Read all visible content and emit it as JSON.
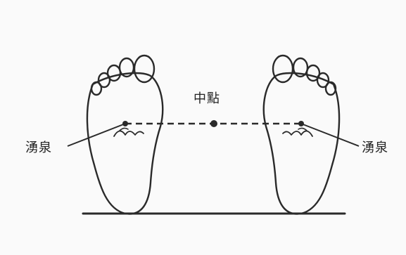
{
  "labels": {
    "left_point": "湧泉",
    "center_point": "中點",
    "right_point": "湧泉"
  },
  "colors": {
    "ink": "#2a2a2a",
    "paper": "#fafafa"
  }
}
